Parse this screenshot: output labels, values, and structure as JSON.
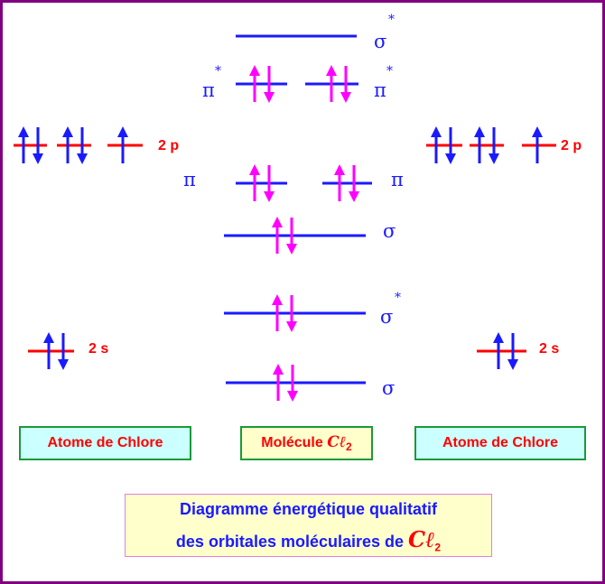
{
  "mo_labels": {
    "sigma_star_2p": "σ",
    "pi_star_left": "π",
    "pi_star_right": "π",
    "pi_left": "π",
    "pi_right": "π",
    "sigma_2p": "σ",
    "sigma_star_2s": "σ",
    "sigma_2s": "σ",
    "star": "*"
  },
  "atomic_labels": {
    "left_2p": "2 p",
    "right_2p": "2 p",
    "left_2s": "2 s",
    "right_2s": "2 s"
  },
  "boxes": {
    "left_atom": "Atome de Chlore",
    "molecule_prefix": "Molécule ",
    "molecule_symbol": "Cℓ",
    "molecule_sub": "2",
    "right_atom": "Atome de Chlore"
  },
  "caption": {
    "line1": "Diagramme énergétique qualitatif",
    "line2_prefix": "des orbitales moléculaires de ",
    "symbol": "Cℓ",
    "sub": "2"
  },
  "colors": {
    "border": "#800080",
    "mo_level": "#1a1aff",
    "ao_level": "#ff0000",
    "mo_arrow": "#ff00ff",
    "ao_arrow": "#1a1aff",
    "box_border": "#1a9a3a",
    "box_cyan": "#ccffff",
    "box_yellow": "#ffffcc"
  },
  "occupancy": {
    "left_2p": [
      2,
      2,
      1
    ],
    "right_2p": [
      2,
      2,
      1
    ],
    "left_2s": 2,
    "right_2s": 2,
    "sigma_2s": 2,
    "sigma_star_2s": 2,
    "sigma_2p": 2,
    "pi": [
      2,
      2
    ],
    "pi_star": [
      2,
      2
    ],
    "sigma_star_2p": 0
  }
}
